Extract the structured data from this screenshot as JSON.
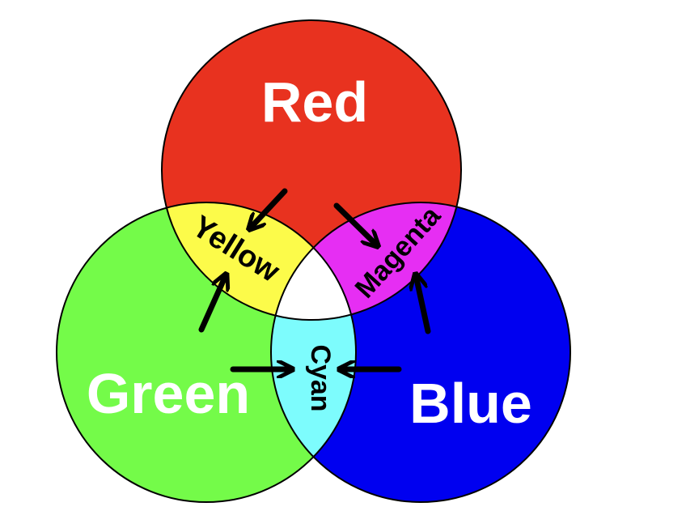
{
  "circles": {
    "red": {
      "label": "Red",
      "color": "#e8321f"
    },
    "green": {
      "label": "Green",
      "color": "#74fb49"
    },
    "blue": {
      "label": "Blue",
      "color": "#0000f0"
    }
  },
  "overlaps": {
    "yellow": {
      "label": "Yellow",
      "color": "#fcfb4a"
    },
    "magenta": {
      "label": "Magenta",
      "color": "#e62ef3"
    },
    "cyan": {
      "label": "Cyan",
      "color": "#7dfcfd"
    },
    "center": {
      "color": "#ffffff"
    }
  }
}
